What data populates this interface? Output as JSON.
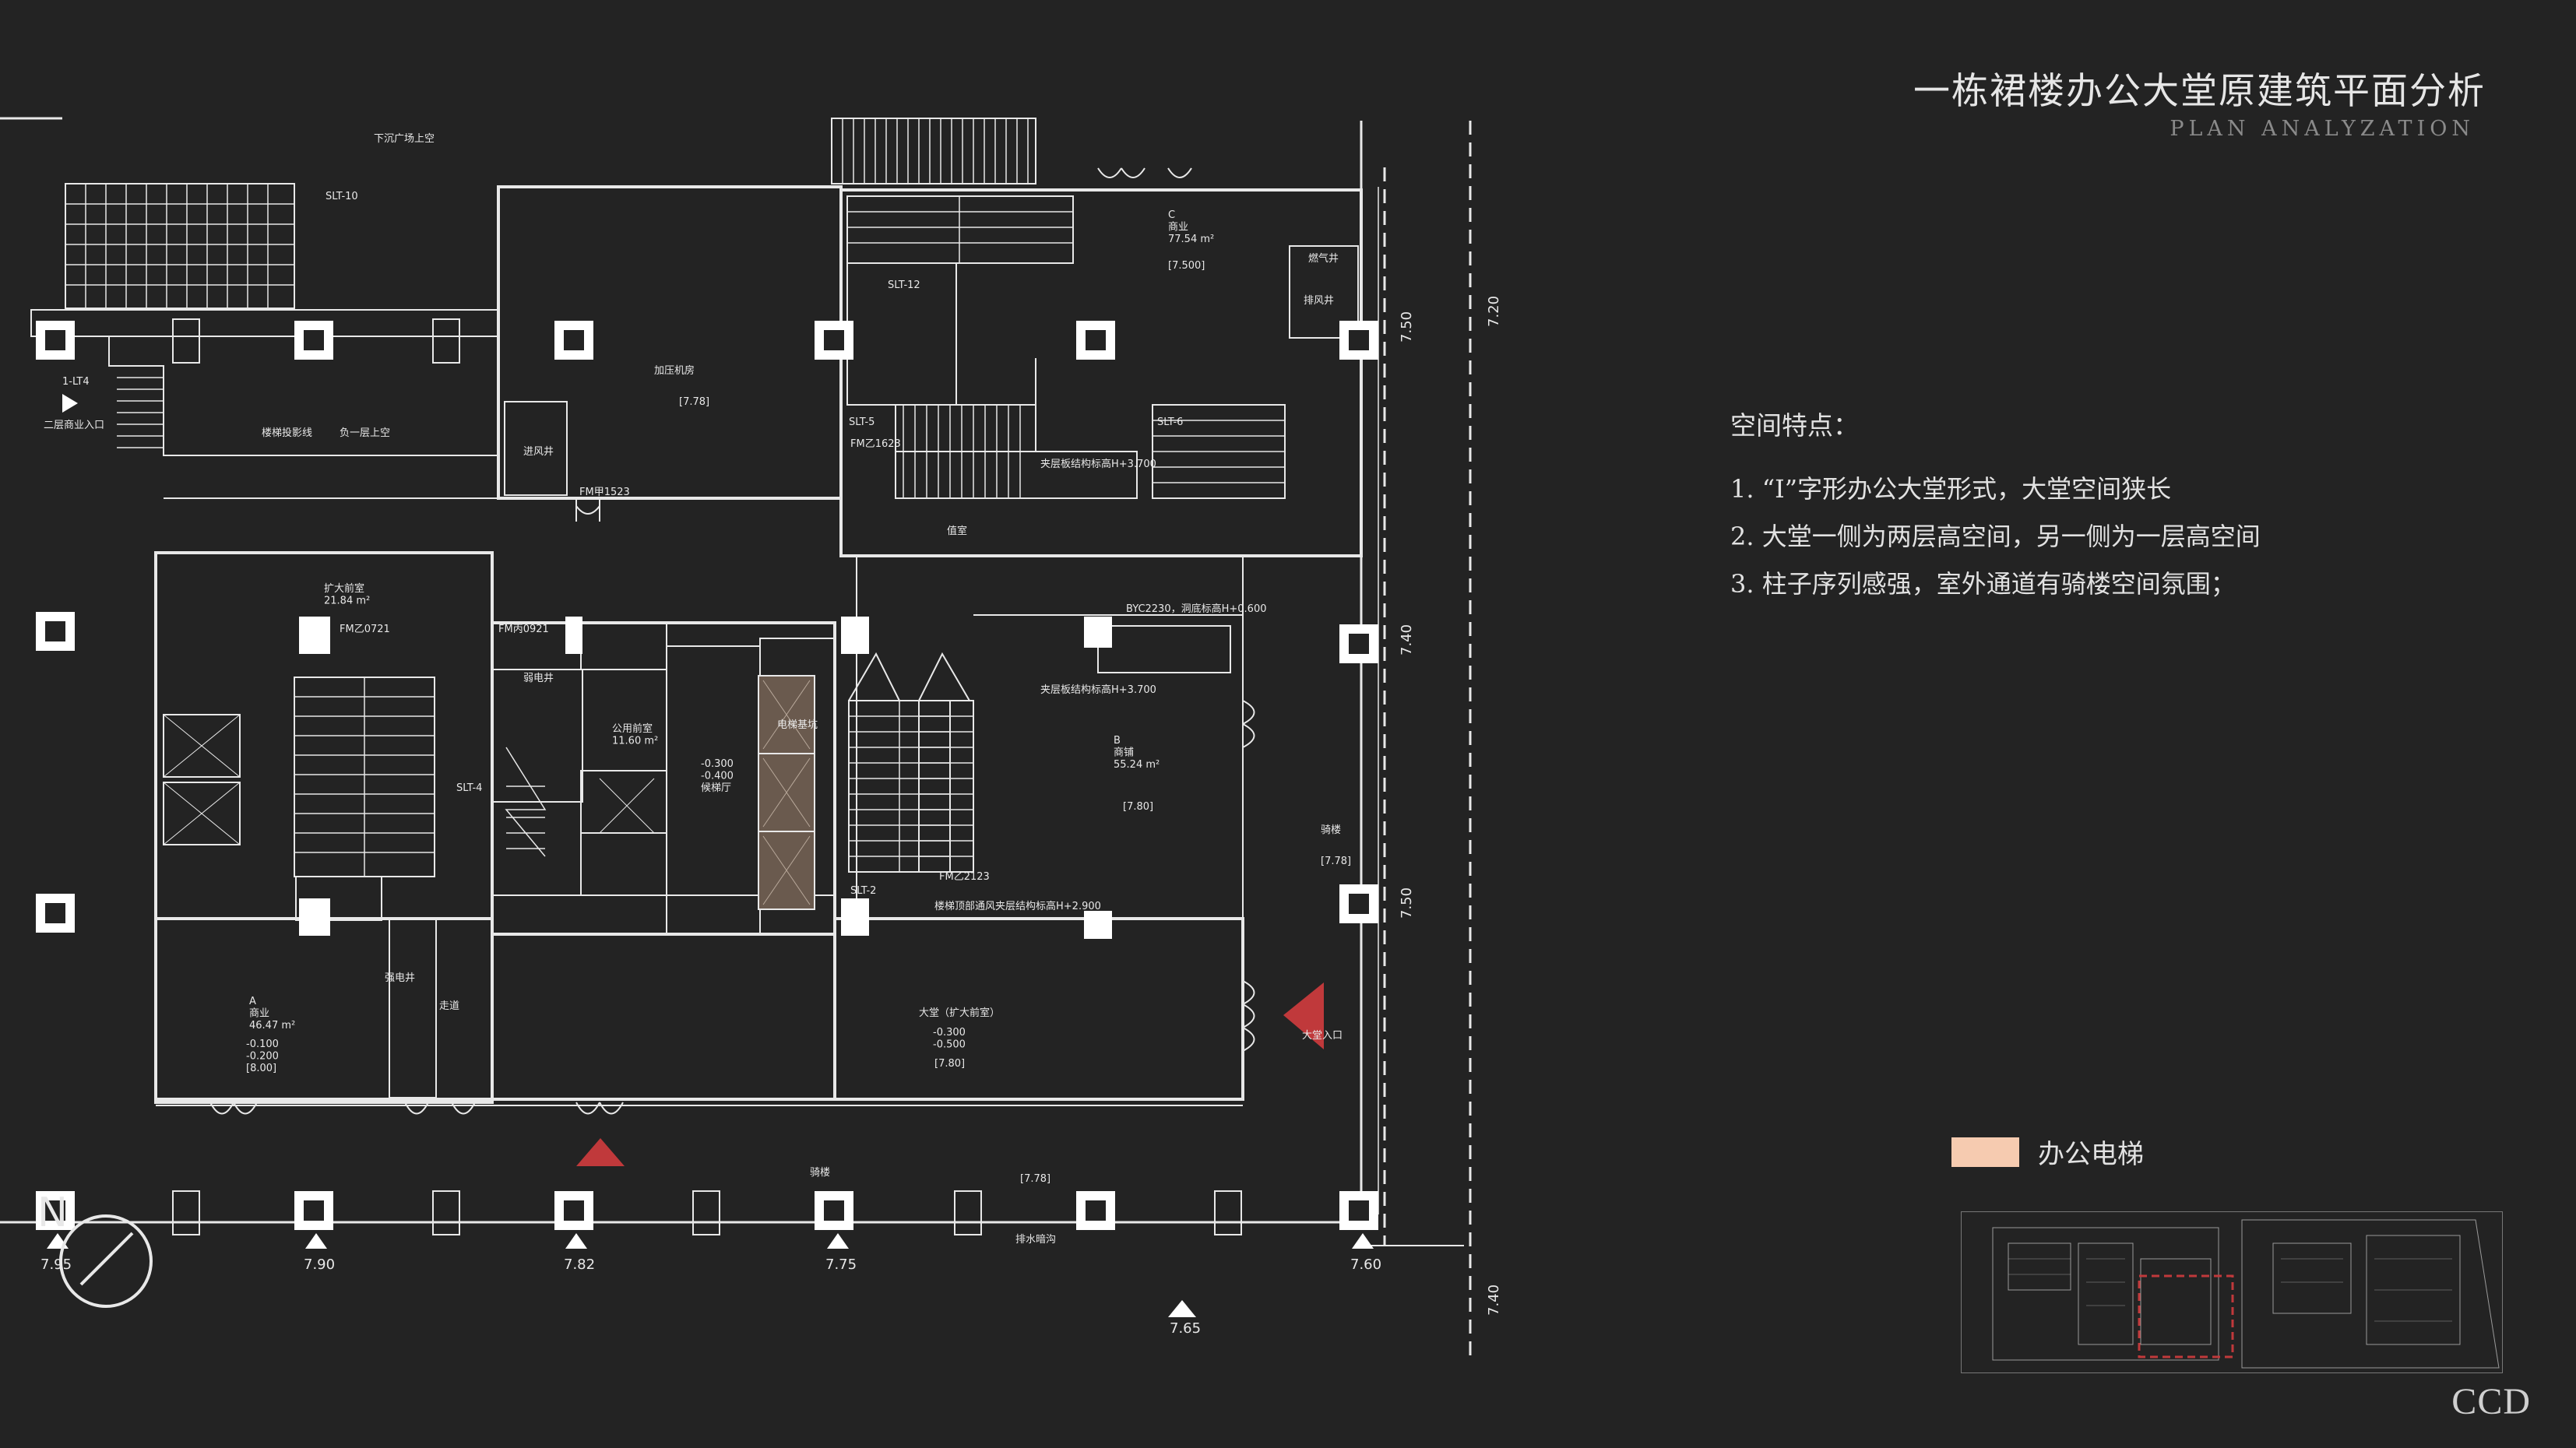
{
  "header": {
    "title": "一栋裙楼办公大堂原建筑平面分析",
    "subtitle": "PLAN ANALYZATION"
  },
  "notes": {
    "heading": "空间特点：",
    "items": [
      "1. “I”字形办公大堂形式，大堂空间狭长",
      "2. 大堂一侧为两层高空间，另一侧为一层高空间",
      "3. 柱子序列感强，室外通道有骑楼空间氛围；"
    ]
  },
  "legend": {
    "label": "办公电梯",
    "color": "#f6cbb0"
  },
  "brand": "CCD",
  "plan": {
    "line_color": "#e8e8e8",
    "accent_color": "#c0393b",
    "rooms": {
      "pressurized_room": "加压机房",
      "pressurized_level": "[7.78]",
      "commerce_c": "C\n商业\n77.54 m²",
      "commerce_c_level": "[7.500]",
      "lobby": "大堂（扩大前室）",
      "lobby_levels": "-0.300\n-0.500",
      "lobby_level_tag": "[7.80]",
      "shop_b": "B\n商铺\n55.24 m²",
      "shop_b_level": "[7.80]",
      "commerce_a": "A\n商业\n46.47 m²",
      "commerce_a_levels": "-0.100\n-0.200\n[8.00]",
      "arcade": "骑楼",
      "arcade_level": "[7.78]",
      "arcade_bottom": "骑楼",
      "bottom_level": "[7.78]",
      "public_wc": "公用前室\n11.60 m²",
      "elevator_hall": "-0.300\n-0.400\n候梯厅",
      "fire_stair_lobby": "扩大前室\n21.84 m²",
      "sunken_plaza": "下沉广场上空",
      "b1_up": "负一层上空",
      "stair_platform": "楼梯投影线",
      "vent_well": "进风井",
      "exhaust_well": "排风井",
      "gas_well": "燃气井",
      "guard_room": "值室",
      "entry_2f": "二层商业入口",
      "drain": "排水暗沟",
      "corridor": "走道",
      "strong_elec": "强电井",
      "weak_elec": "弱电井",
      "elevator_car": "电梯基坑"
    },
    "tags": {
      "slt10": "SLT-10",
      "slt12": "SLT-12",
      "slt5": "SLT-5",
      "slt6": "SLT-6",
      "slt4": "SLT-4",
      "slt2": "SLT-2",
      "lt4": "1-LT4",
      "fm1623": "FM乙1623",
      "fm1523": "FM甲1523",
      "fm0921": "FM丙0921",
      "fm0721": "FM乙0721",
      "fm2123": "FM乙2123",
      "byc": "BYC2230，洞底标高H+0.600",
      "beam_note": "夹层板结构标高H+3.700",
      "beam_note2": "夹层板结构标高H+3.700",
      "slab_note": "楼梯顶部通风夹层结构标高H+2.900",
      "lobby_entry": "大堂入口"
    },
    "levels": {
      "l720": "7.20",
      "l750": "7.50",
      "l740": "7.40",
      "l750b": "7.50",
      "l740b": "7.40",
      "l790": "7.90",
      "l782": "7.82",
      "l775": "7.75",
      "l760": "7.60",
      "l765": "7.65",
      "l7xx": "7.95"
    }
  }
}
